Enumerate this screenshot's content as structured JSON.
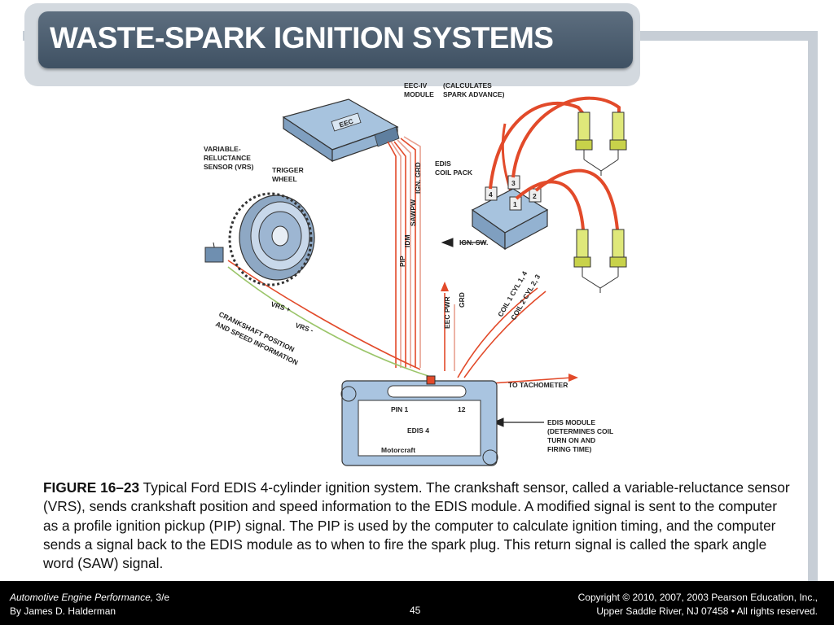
{
  "slide": {
    "title": "WASTE-SPARK IGNITION SYSTEMS"
  },
  "diagram": {
    "labels": {
      "eec_module": "EEC-IV",
      "eec_module_2": "MODULE",
      "calc_advance_1": "(CALCULATES",
      "calc_advance_2": "SPARK ADVANCE)",
      "vrs_1": "VARIABLE-",
      "vrs_2": "RELUCTANCE",
      "vrs_3": "SENSOR (VRS)",
      "trigger_1": "TRIGGER",
      "trigger_2": "WHEEL",
      "edis_coil_1": "EDIS",
      "edis_coil_2": "COIL PACK",
      "ign_sw": "IGN. SW.",
      "pip": "PIP",
      "idm": "IDM",
      "sawpw": "SAWPW",
      "ign_grd": "IGN. GRD",
      "eec_pwr": "EEC PWR",
      "grd": "GRD",
      "coil1": "COIL 1 CYL 1, 4",
      "coil2": "COIL 2 CYL 2, 3",
      "vrs_plus": "VRS +",
      "vrs_minus": "VRS -",
      "crank_1": "CRANKSHAFT POSITION",
      "crank_2": "AND SPEED INFORMATION",
      "tach": "TO TACHOMETER",
      "pin1": "PIN 1",
      "pin12": "12",
      "edis4": "EDIS 4",
      "motorcraft": "Motorcraft",
      "edis_mod_1": "EDIS MODULE",
      "edis_mod_2": "(DETERMINES COIL",
      "edis_mod_3": "TURN ON AND",
      "edis_mod_4": "FIRING TIME)",
      "coil_num_1": "1",
      "coil_num_2": "2",
      "coil_num_3": "3",
      "coil_num_4": "4",
      "eec_badge": "EEC"
    }
  },
  "caption": {
    "figure": "FIGURE 16–23",
    "text": " Typical Ford EDIS 4-cylinder ignition system. The crankshaft sensor, called a variable-reluctance sensor (VRS), sends crankshaft position and speed information to the EDIS module. A modified signal is sent to the computer as a profile ignition pickup (PIP) signal. The PIP is used by the computer to calculate ignition timing, and the computer sends a signal back to the EDIS module as to when to fire the spark plug. This return signal is called the spark angle word (SAW) signal."
  },
  "footer": {
    "book_title": "Automotive Engine Performance,",
    "edition": " 3/e",
    "author": "By James D. Halderman",
    "page": "45",
    "copyright_1": "Copyright © 2010, 2007, 2003 Pearson Education, Inc.,",
    "copyright_2": "Upper Saddle River, NJ 07458 • All rights reserved."
  },
  "colors": {
    "title_bg": "#4a5c6e",
    "frame": "#c7ced6",
    "footer_bg": "#000000",
    "wire_red": "#e24a2a",
    "module_blue": "#a9c4e0"
  }
}
